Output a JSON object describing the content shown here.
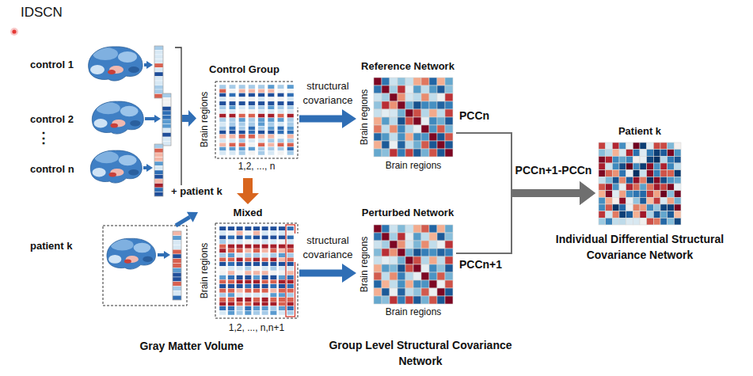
{
  "diagram": {
    "title": "IDSCN",
    "nodes": [
      {
        "text": [
          "Control Group",
          "Brain regions",
          "1,2, ..., n"
        ]
      },
      {
        "text": [
          "patient k"
        ]
      },
      {
        "text": [
          "Mixed",
          "Brain regions",
          "1,2, ..., n,n+1"
        ]
      },
      {
        "text": [
          "Reference Network",
          "Brain regions",
          "Brain regions"
        ]
      },
      {
        "text": [
          "Perturbed Network",
          "Brain regions",
          "Brain regions"
        ]
      },
      {
        "text": [
          "Patient k"
        ]
      }
    ],
    "edges": [
      {
        "from": 0,
        "to": 3,
        "label": "structural covariance",
        "arrow": "to"
      },
      {
        "from": 2,
        "to": 4,
        "label": "structural covariance",
        "arrow": "to"
      },
      {
        "from": 0,
        "to": 2,
        "arrow": "to"
      },
      {
        "from": 1,
        "to": 2,
        "label": "+ patient k",
        "arrow": "to"
      },
      {
        "from": 3,
        "to": 5,
        "label": "PCCn+1-PCCn",
        "arrow": "to"
      },
      {
        "from": 4,
        "to": 5,
        "arrow": "to"
      }
    ],
    "labels": [
      "control 1",
      "control 2",
      "⋮",
      "control n",
      "Gray Matter Volume",
      "Group Level Structural Covariance Network",
      "PCCn",
      "PCCn+1",
      "Individual Differential Structural Covariance Network"
    ]
  }
}
